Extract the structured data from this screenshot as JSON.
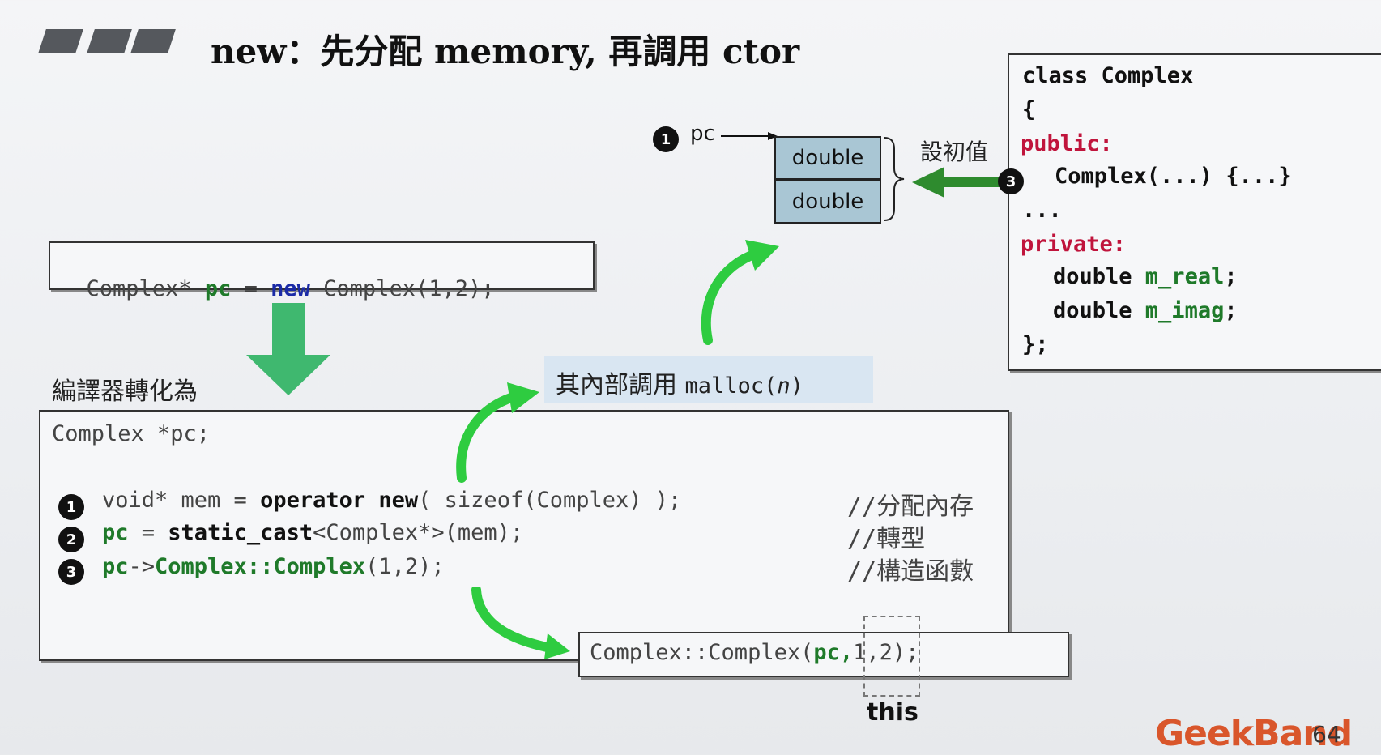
{
  "title": "new：先分配 memory, 再調用 ctor",
  "top_code": {
    "p1": "Complex* ",
    "p2": "pc",
    "p3": " = ",
    "p4": "new",
    "p5": " Complex(1,2);"
  },
  "compiler_label": "編譯器轉化為",
  "malloc_label": {
    "text": "其內部調用 ",
    "code": "malloc(",
    "arg": "n",
    "close": ")"
  },
  "memory": {
    "pc_label": "pc",
    "cells": [
      "double",
      "double"
    ],
    "init_label": "設初值"
  },
  "class_code": {
    "line1": "class Complex",
    "line2": "{",
    "public": "public:",
    "ctor": "Complex(...) {...}",
    "dots": "...",
    "private": "private:",
    "real_type": "double ",
    "real_name": "m_real",
    "real_end": ";",
    "imag_type": "double ",
    "imag_name": "m_imag",
    "imag_end": ";",
    "close": "};"
  },
  "main_code": {
    "decl": "Complex *pc;",
    "l1_a": "void* mem = ",
    "l1_b": "operator new",
    "l1_c": "( sizeof(Complex) ); ",
    "l1_comment": "//分配內存",
    "l2_a": "pc",
    "l2_b": " = ",
    "l2_c": "static_cast",
    "l2_d": "<Complex*>(mem);",
    "l2_comment": "//轉型",
    "l3_a": "pc",
    "l3_b": "->",
    "l3_c": "Complex::Complex",
    "l3_d": "(1,2);",
    "l3_comment": "//構造函數"
  },
  "ctor_call": {
    "a": "Complex::Complex(",
    "b": "pc,",
    "c": "1,2);"
  },
  "this_label": "this",
  "badges": [
    "1",
    "2",
    "3"
  ],
  "logo": "GeekBand",
  "page_number": "64",
  "colors": {
    "keyword_blue": "#1a2aa6",
    "identifier_green": "#1f7a2a",
    "access_red": "#c0143c",
    "arrow_green": "#2ecc40",
    "cell_fill": "#a9c6d4",
    "logo_orange": "#d9562b"
  },
  "icons": [
    "down-arrow-icon",
    "curved-arrow-icon",
    "left-arrow-icon",
    "pointer-arrow-icon"
  ]
}
